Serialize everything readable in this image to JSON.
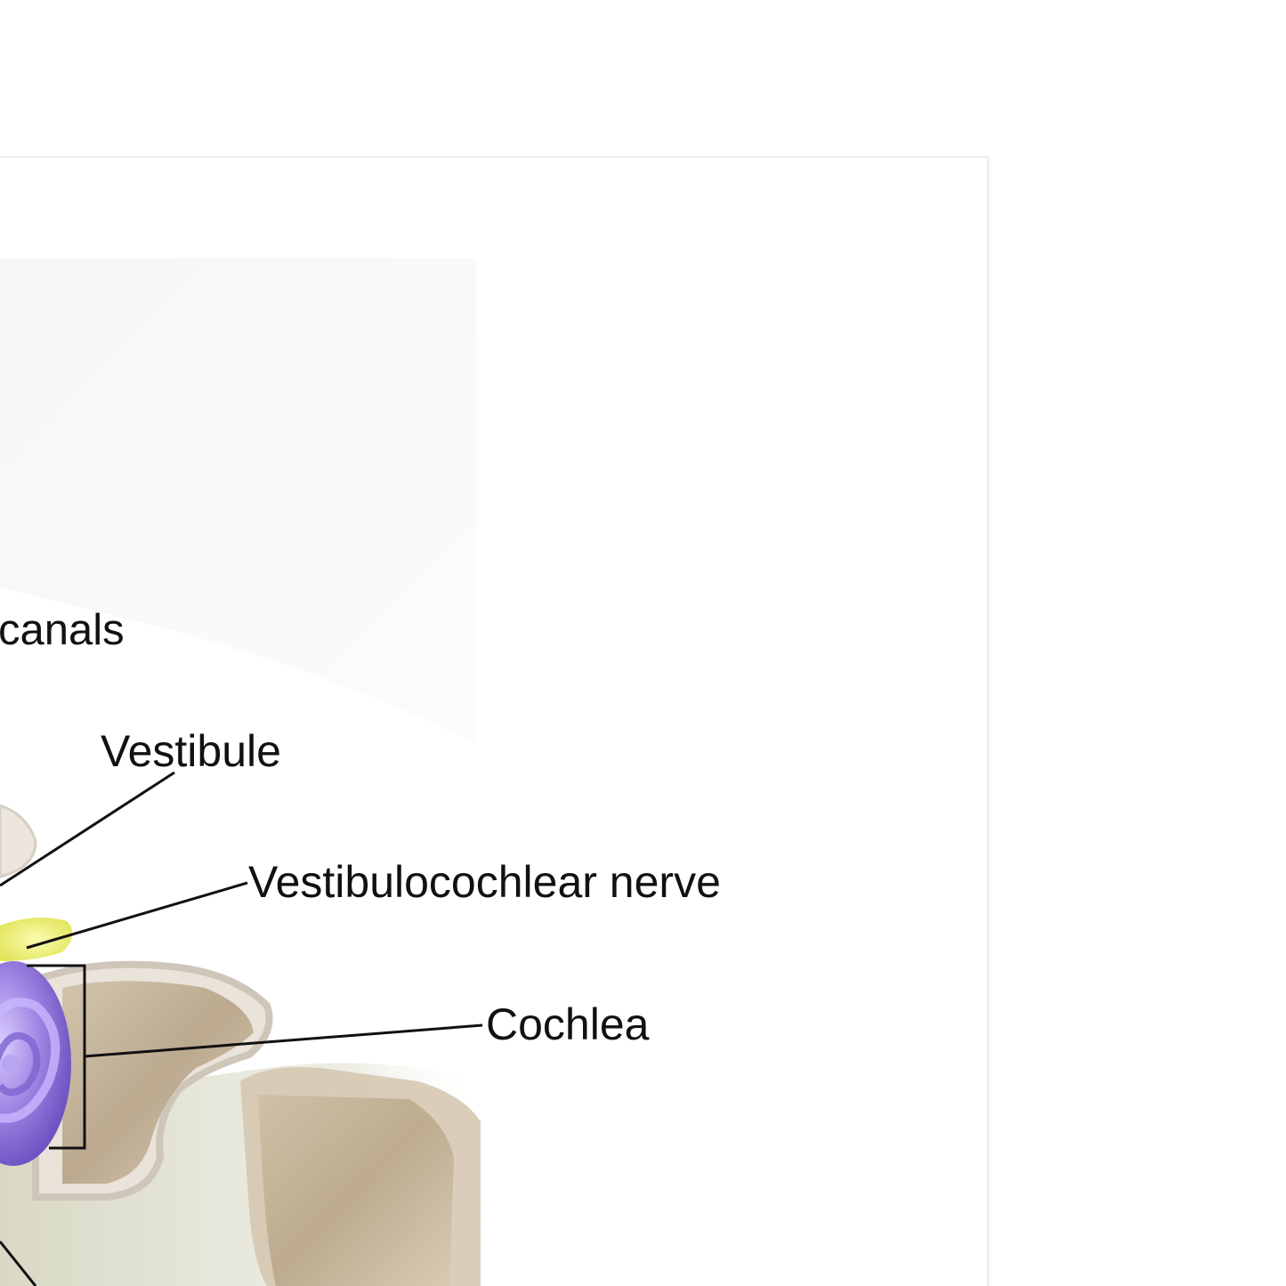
{
  "labels": {
    "canals": "canals",
    "vestibule": "Vestibule",
    "nerve": "Vestibulocochlear nerve",
    "cochlea": "Cochlea"
  },
  "colors": {
    "background": "#ffffff",
    "cochlea_purple": "#9b7fe0",
    "nerve_yellow": "#eef07a",
    "bone_beige": "#e8e0d2",
    "leader_line": "#111111"
  }
}
